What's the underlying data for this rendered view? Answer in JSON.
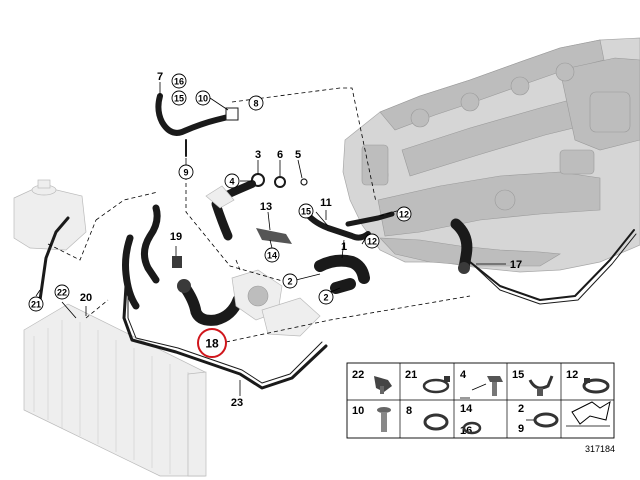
{
  "callouts": {
    "c1": "1",
    "c2a": "2",
    "c2b": "2",
    "c3": "3",
    "c4": "4",
    "c5": "5",
    "c6": "6",
    "c7": "7",
    "c8": "8",
    "c9": "9",
    "c10": "10",
    "c11": "11",
    "c12a": "12",
    "c12b": "12",
    "c13": "13",
    "c14": "14",
    "c15a": "15",
    "c15b": "15",
    "c16": "16",
    "c17": "17",
    "c18": "18",
    "c19": "19",
    "c20": "20",
    "c21": "21",
    "c22": "22",
    "c23": "23"
  },
  "legend": {
    "cells": [
      {
        "labels": [
          "22"
        ]
      },
      {
        "labels": [
          "21"
        ]
      },
      {
        "labels": [
          "4",
          "14"
        ]
      },
      {
        "labels": [
          "15"
        ]
      },
      {
        "labels": [
          "12"
        ]
      },
      {
        "labels": [
          "10"
        ]
      },
      {
        "labels": [
          "8",
          "16"
        ]
      },
      {
        "labels": [
          "2",
          "9"
        ]
      }
    ]
  },
  "image_number": "317184",
  "highlight_color": "#d0161c"
}
